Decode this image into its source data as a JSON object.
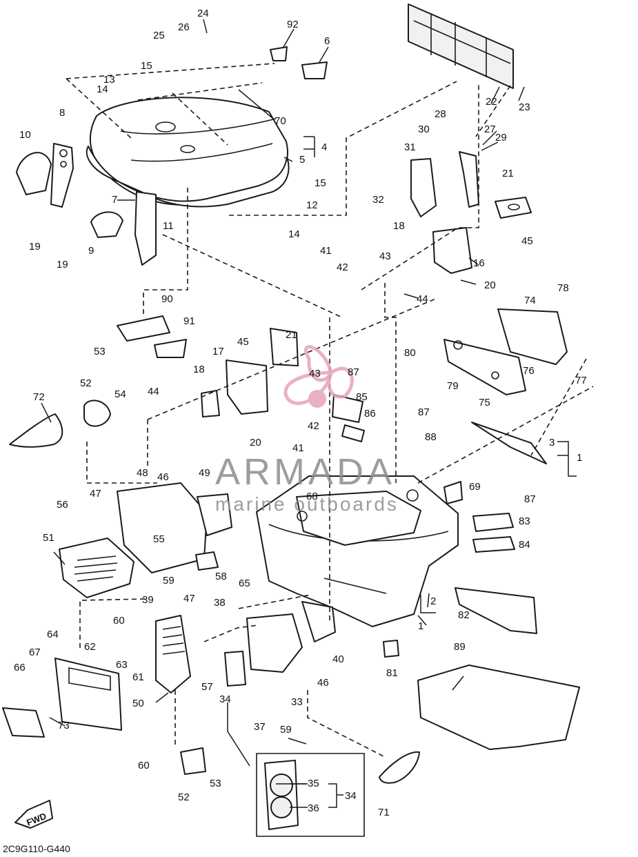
{
  "diagram": {
    "code": "2C9G110-G440",
    "direction_label": "FWD",
    "callouts": [
      "1",
      "2",
      "3",
      "4",
      "5",
      "6",
      "7",
      "8",
      "9",
      "10",
      "11",
      "12",
      "13",
      "14",
      "15",
      "16",
      "17",
      "18",
      "19",
      "20",
      "21",
      "22",
      "23",
      "24",
      "25",
      "26",
      "27",
      "28",
      "29",
      "30",
      "31",
      "32",
      "33",
      "34",
      "35",
      "36",
      "37",
      "38",
      "39",
      "40",
      "41",
      "42",
      "43",
      "44",
      "45",
      "46",
      "47",
      "48",
      "49",
      "50",
      "51",
      "52",
      "53",
      "54",
      "55",
      "56",
      "57",
      "58",
      "59",
      "60",
      "61",
      "62",
      "63",
      "64",
      "65",
      "66",
      "67",
      "68",
      "69",
      "70",
      "71",
      "72",
      "73",
      "74",
      "75",
      "76",
      "77",
      "78",
      "79",
      "80",
      "81",
      "82",
      "83",
      "84",
      "85",
      "86",
      "87",
      "88",
      "89",
      "90",
      "91",
      "92"
    ]
  },
  "watermark": {
    "brand": "ARMADA",
    "tagline": "marine outboards",
    "color": "#e6a3bd",
    "text_color": "#8c8c8c"
  }
}
